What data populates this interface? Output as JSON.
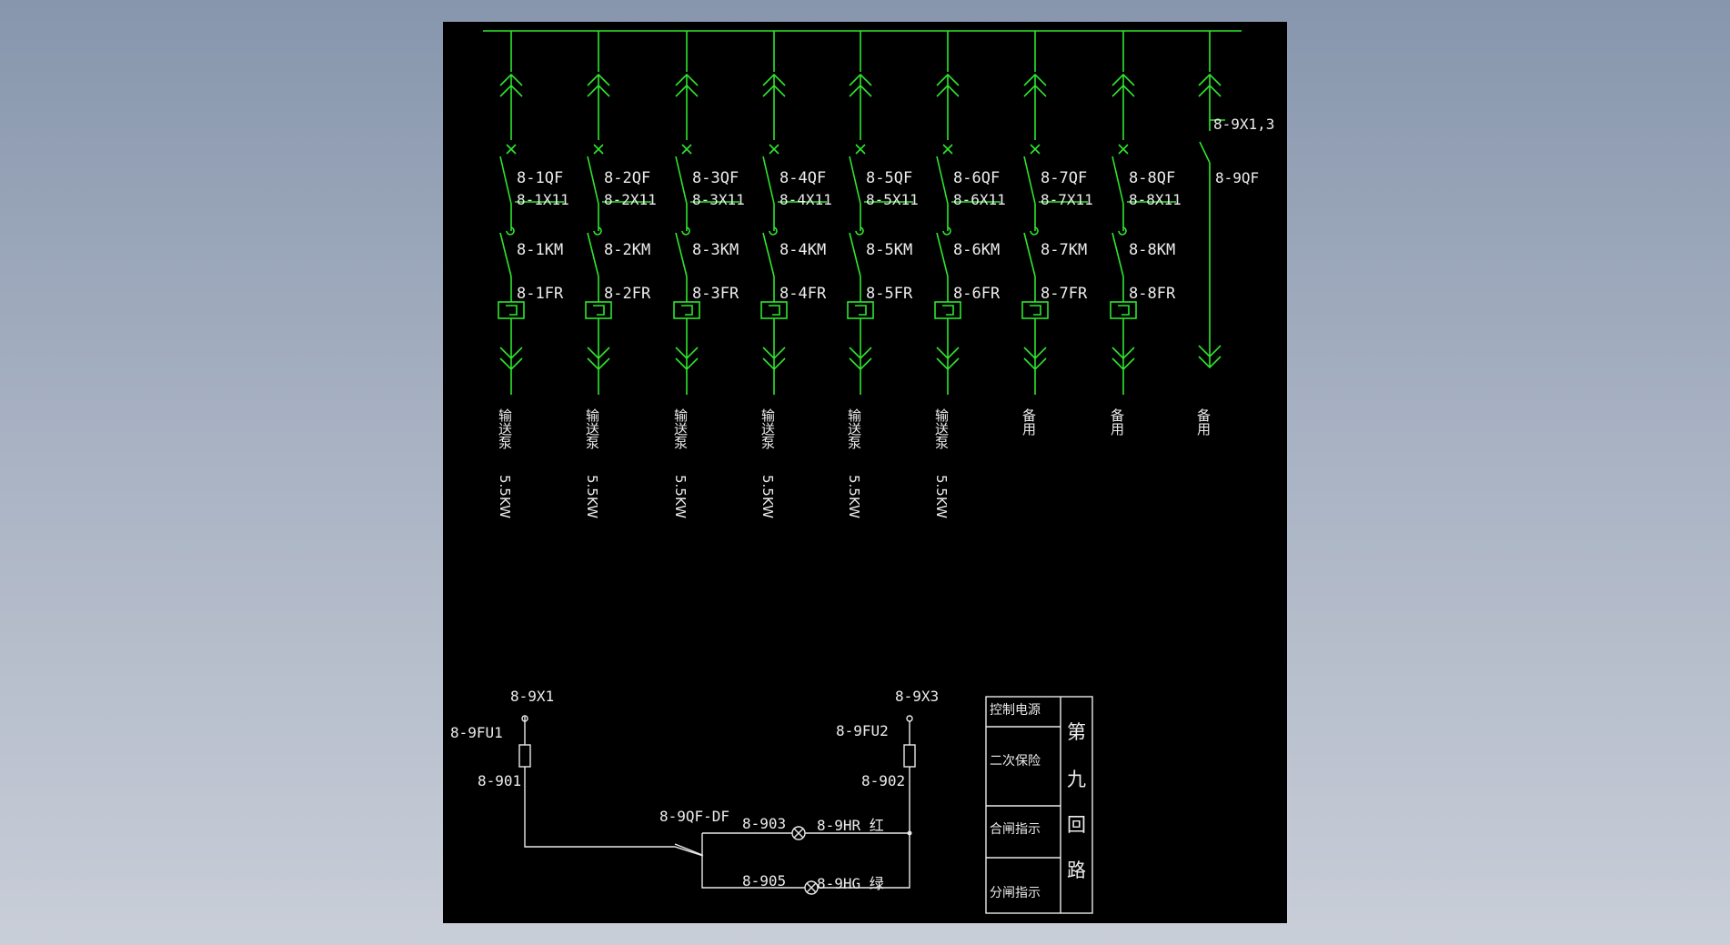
{
  "feeders": [
    {
      "qf": "8-1QF",
      "x": "8-1X11",
      "km": "8-1KM",
      "fr": "8-1FR",
      "name": "输送泵",
      "power": "5.5KW"
    },
    {
      "qf": "8-2QF",
      "x": "8-2X11",
      "km": "8-2KM",
      "fr": "8-2FR",
      "name": "输送泵",
      "power": "5.5KW"
    },
    {
      "qf": "8-3QF",
      "x": "8-3X11",
      "km": "8-3KM",
      "fr": "8-3FR",
      "name": "输送泵",
      "power": "5.5KW"
    },
    {
      "qf": "8-4QF",
      "x": "8-4X11",
      "km": "8-4KM",
      "fr": "8-4FR",
      "name": "输送泵",
      "power": "5.5KW"
    },
    {
      "qf": "8-5QF",
      "x": "8-5X11",
      "km": "8-5KM",
      "fr": "8-5FR",
      "name": "输送泵",
      "power": "5.5KW"
    },
    {
      "qf": "8-6QF",
      "x": "8-6X11",
      "km": "8-6KM",
      "fr": "8-6FR",
      "name": "输送泵",
      "power": "5.5KW"
    },
    {
      "qf": "8-7QF",
      "x": "8-7X11",
      "km": "8-7KM",
      "fr": "8-7FR",
      "name": "备用",
      "power": ""
    },
    {
      "qf": "8-8QF",
      "x": "8-8X11",
      "km": "8-8KM",
      "fr": "8-8FR",
      "name": "备用",
      "power": ""
    }
  ],
  "feeder9": {
    "terminal": "8-9X1,3",
    "qf": "8-9QF",
    "name": "备用"
  },
  "control": {
    "x1": "8-9X1",
    "x3": "8-9X3",
    "fu1": "8-9FU1",
    "fu2": "8-9FU2",
    "w901": "8-901",
    "w902": "8-902",
    "aux_contact": "8-9QF-DF",
    "w903": "8-903",
    "w905": "8-905",
    "lamp_red": "8-9HR 红",
    "lamp_green": "8-9HG 绿"
  },
  "legend": {
    "rows": [
      "控制电源",
      "二次保险",
      "合闸指示",
      "分闸指示"
    ],
    "circuit_chars": [
      "第",
      "九",
      "回",
      "路"
    ]
  },
  "colors": {
    "background": "#000000",
    "wire": "#2ee62e",
    "text": "#ececec",
    "viewport": "#8796ad"
  }
}
